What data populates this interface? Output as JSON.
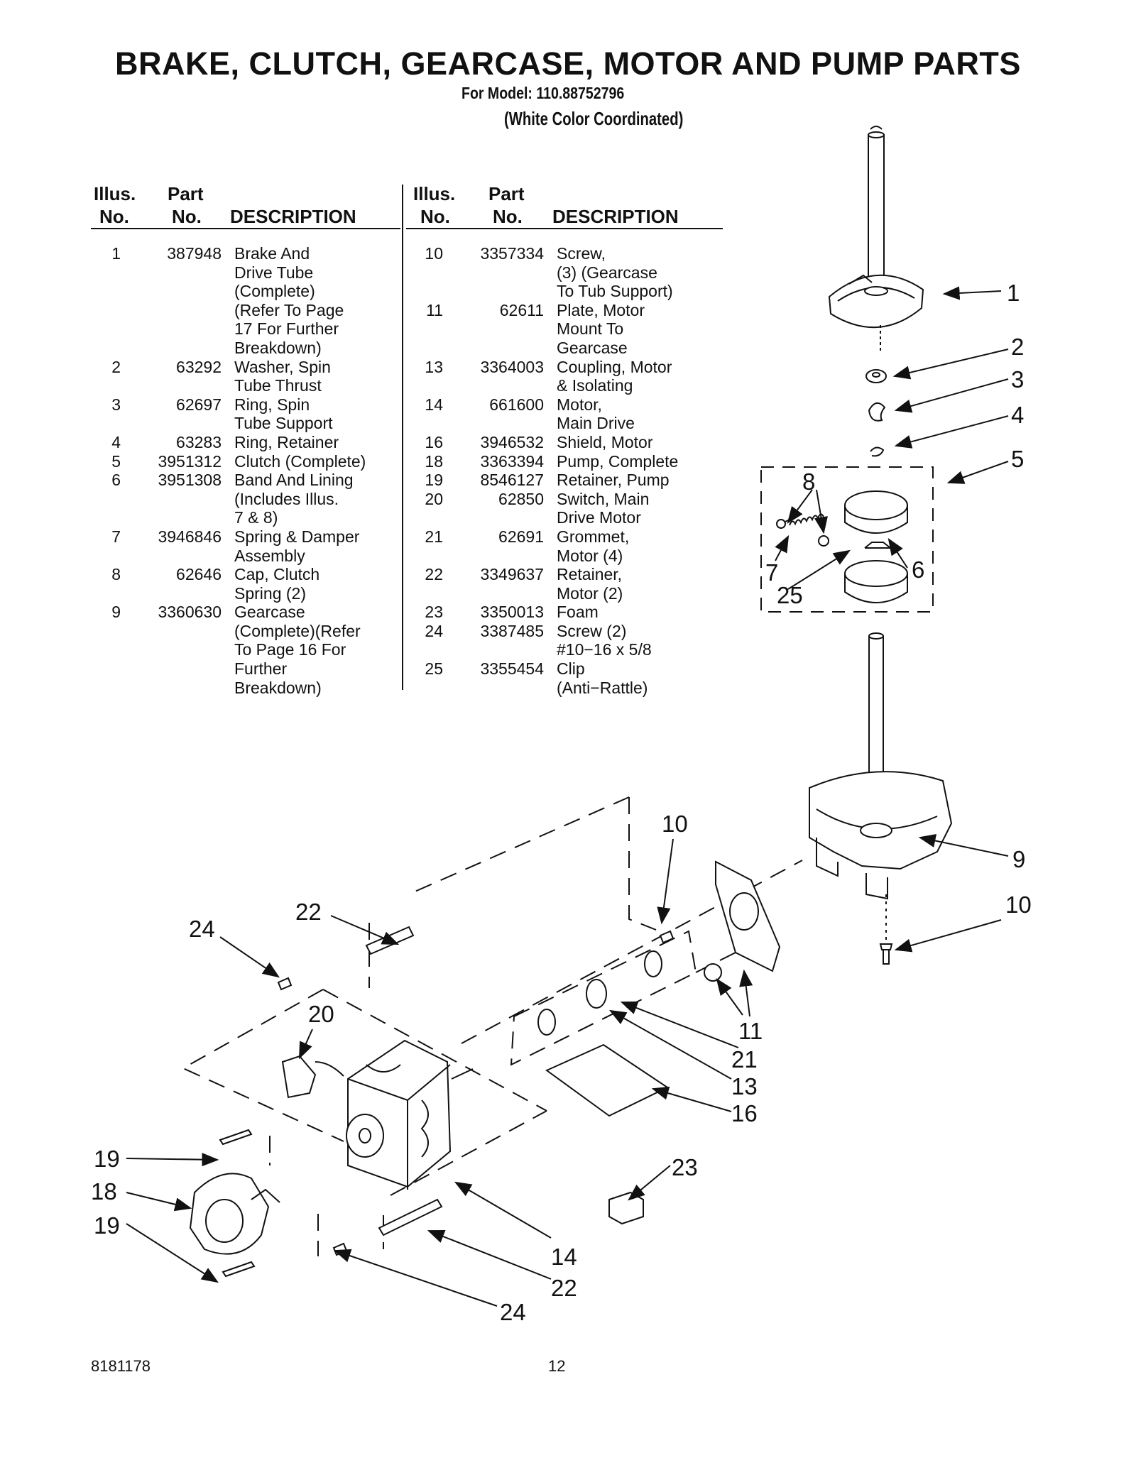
{
  "header": {
    "title": "BRAKE, CLUTCH, GEARCASE, MOTOR AND PUMP PARTS",
    "model": "For Model: 110.88752796",
    "color": "(White Color Coordinated)"
  },
  "table_headers": {
    "illus_1": "Illus.",
    "illus_2": "No.",
    "part_1": "Part",
    "part_2": "No.",
    "description": "DESCRIPTION"
  },
  "parts_left": [
    {
      "illus": "1",
      "part": "387948",
      "desc": "Brake And\nDrive Tube\n(Complete)\n(Refer To Page\n17 For Further\nBreakdown)"
    },
    {
      "illus": "2",
      "part": "63292",
      "desc": "Washer, Spin\nTube Thrust"
    },
    {
      "illus": "3",
      "part": "62697",
      "desc": "Ring, Spin\nTube Support"
    },
    {
      "illus": "4",
      "part": "63283",
      "desc": "Ring, Retainer"
    },
    {
      "illus": "5",
      "part": "3951312",
      "desc": "Clutch (Complete)"
    },
    {
      "illus": "6",
      "part": "3951308",
      "desc": "Band And Lining\n(Includes Illus.\n7 & 8)"
    },
    {
      "illus": "7",
      "part": "3946846",
      "desc": "Spring & Damper\nAssembly"
    },
    {
      "illus": "8",
      "part": "62646",
      "desc": "Cap, Clutch\nSpring (2)"
    },
    {
      "illus": "9",
      "part": "3360630",
      "desc": "Gearcase\n(Complete)(Refer\nTo Page 16 For\nFurther\nBreakdown)"
    }
  ],
  "parts_right": [
    {
      "illus": "10",
      "part": "3357334",
      "desc": "Screw,\n(3) (Gearcase\nTo Tub Support)"
    },
    {
      "illus": "11",
      "part": "62611",
      "desc": "Plate, Motor\nMount To\nGearcase"
    },
    {
      "illus": "13",
      "part": "3364003",
      "desc": "Coupling, Motor\n& Isolating"
    },
    {
      "illus": "14",
      "part": "661600",
      "desc": "Motor,\nMain Drive"
    },
    {
      "illus": "16",
      "part": "3946532",
      "desc": "Shield, Motor"
    },
    {
      "illus": "18",
      "part": "3363394",
      "desc": "Pump, Complete"
    },
    {
      "illus": "19",
      "part": "8546127",
      "desc": "Retainer, Pump"
    },
    {
      "illus": "20",
      "part": "62850",
      "desc": "Switch, Main\nDrive Motor"
    },
    {
      "illus": "21",
      "part": "62691",
      "desc": "Grommet,\nMotor (4)"
    },
    {
      "illus": "22",
      "part": "3349637",
      "desc": "Retainer,\nMotor (2)"
    },
    {
      "illus": "23",
      "part": "3350013",
      "desc": "Foam"
    },
    {
      "illus": "24",
      "part": "3387485",
      "desc": "Screw (2)\n#10−16 x 5/8"
    },
    {
      "illus": "25",
      "part": "3355454",
      "desc": "Clip\n(Anti−Rattle)"
    }
  ],
  "callouts": [
    "1",
    "2",
    "3",
    "4",
    "5",
    "8",
    "7",
    "25",
    "6",
    "10",
    "9",
    "10",
    "22",
    "24",
    "20",
    "11",
    "21",
    "13",
    "16",
    "19",
    "18",
    "19",
    "23",
    "14",
    "22",
    "24"
  ],
  "footer": {
    "doc_number": "8181178",
    "page_number": "12"
  }
}
